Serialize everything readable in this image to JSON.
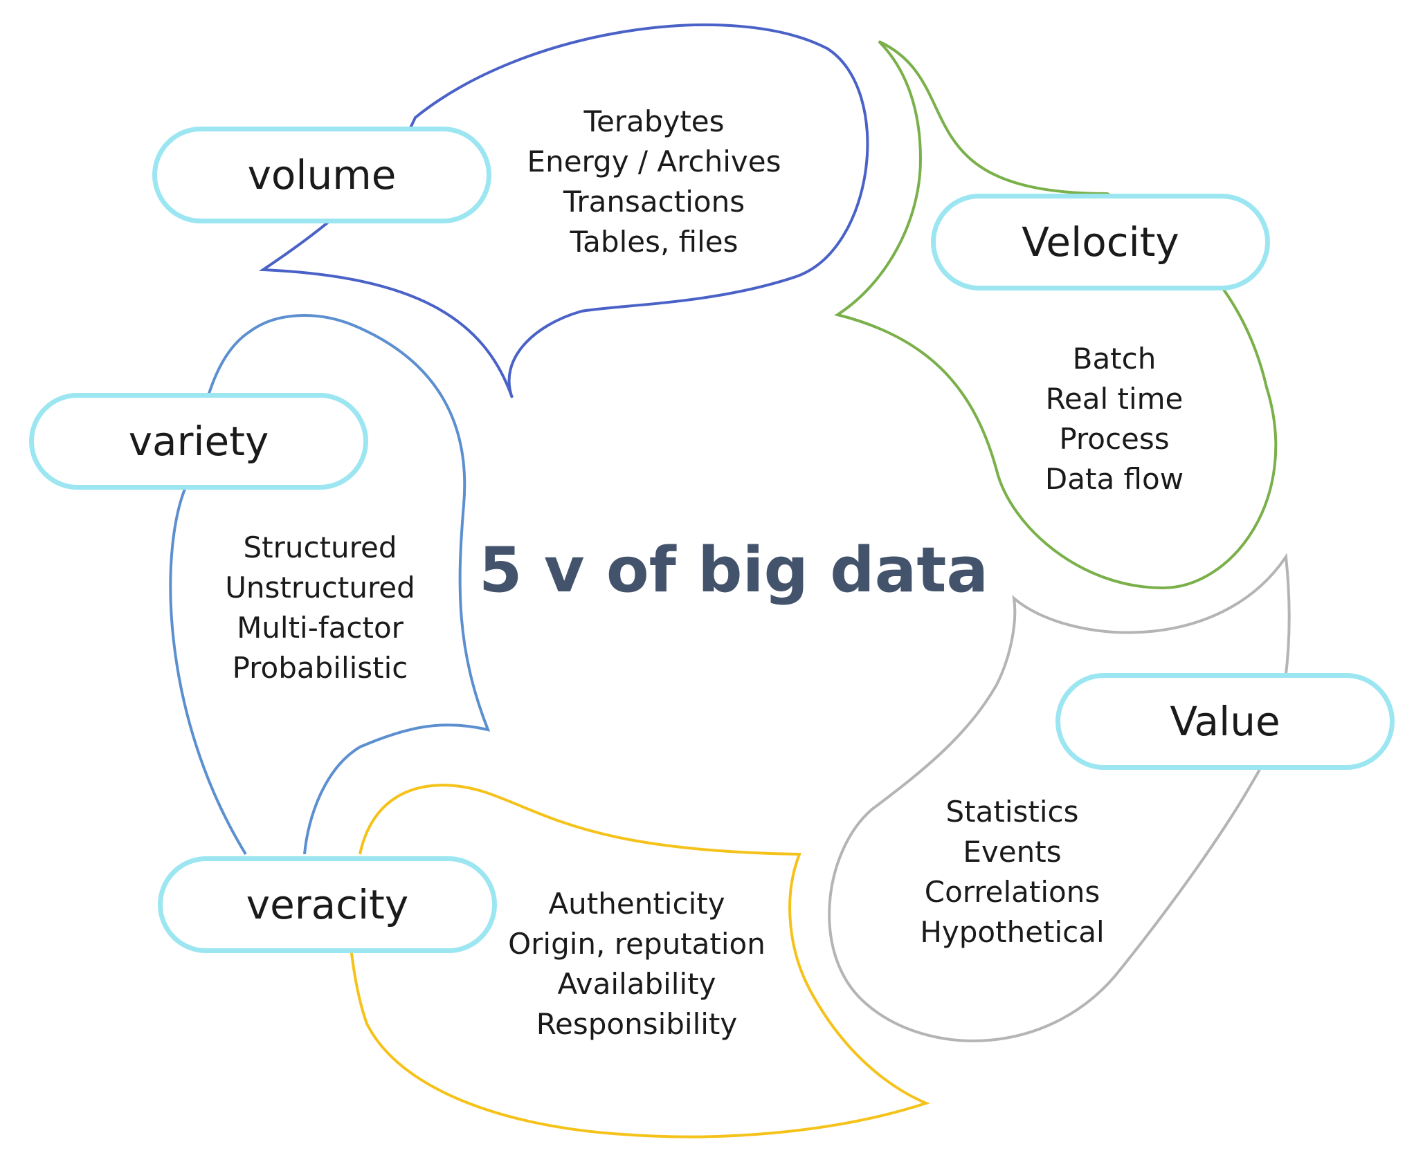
{
  "title": "5 v of big data",
  "colors": {
    "volume": "#4a62c7",
    "velocity": "#7ab04a",
    "variety": "#5b8fd0",
    "veracity": "#f5c21a",
    "value": "#b4b4b4",
    "pill_border": "#9ce6f2",
    "title": "#43536b"
  },
  "petals": [
    {
      "id": "volume",
      "label": "volume",
      "items": [
        "Terabytes",
        "Energy / Archives",
        "Transactions",
        "Tables, files"
      ]
    },
    {
      "id": "velocity",
      "label": "Velocity",
      "items": [
        "Batch",
        "Real time",
        "Process",
        "Data flow"
      ]
    },
    {
      "id": "variety",
      "label": "variety",
      "items": [
        "Structured",
        "Unstructured",
        "Multi-factor",
        "Probabilistic"
      ]
    },
    {
      "id": "value",
      "label": "Value",
      "items": [
        "Statistics",
        "Events",
        "Correlations",
        "Hypothetical"
      ]
    },
    {
      "id": "veracity",
      "label": "veracity",
      "items": [
        "Authenticity",
        "Origin, reputation",
        "Availability",
        "Responsibility"
      ]
    }
  ]
}
